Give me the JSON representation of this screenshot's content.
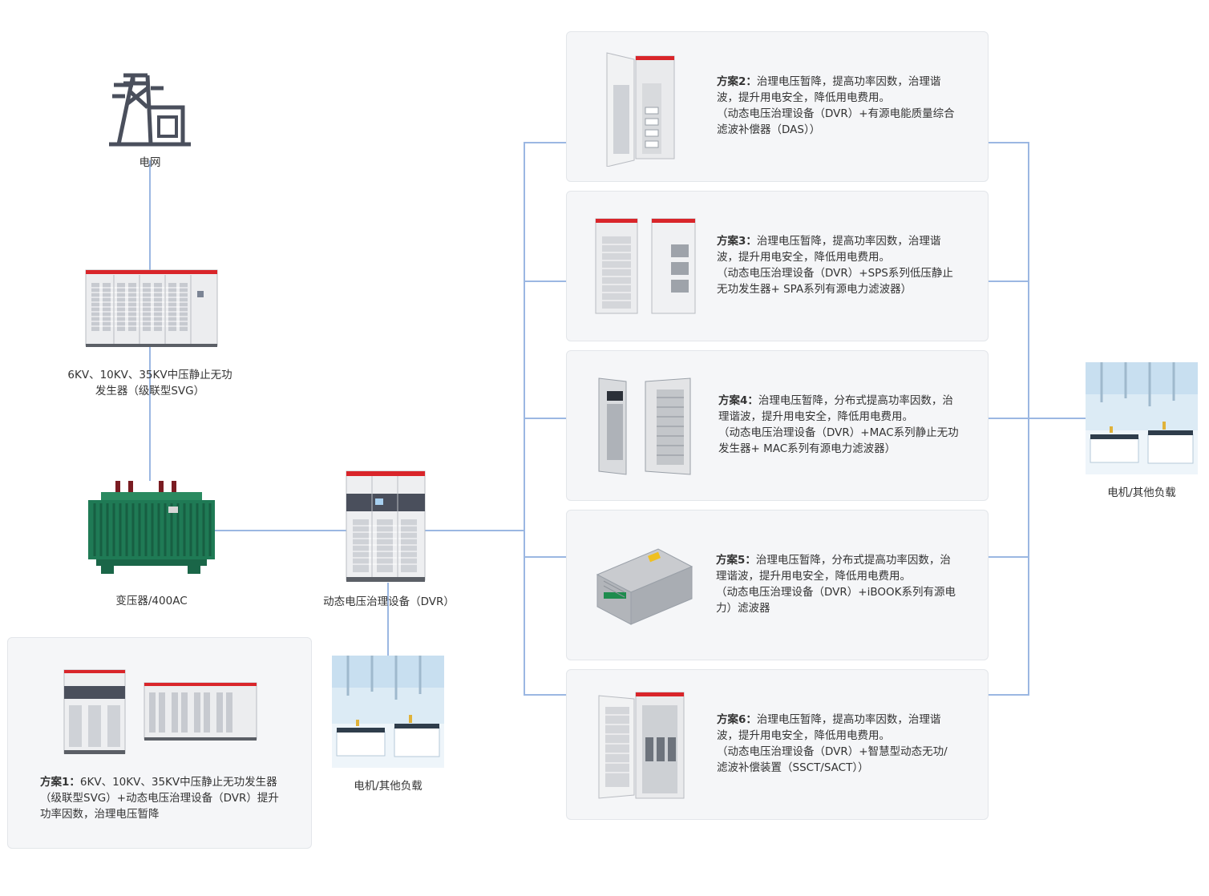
{
  "colors": {
    "connector": "#9bb7e2",
    "card_bg": "#f5f6f8",
    "accent_red": "#d9252a",
    "transformer_green": "#1f7a55"
  },
  "nodes": {
    "grid": {
      "label": "电网",
      "icon": "power-tower-icon"
    },
    "svg_device": {
      "label": "6KV、10KV、35KV中压静止无功发生器（级联型SVG）"
    },
    "transformer": {
      "label": "变压器/400AC"
    },
    "dvr": {
      "label": "动态电压治理设备（DVR）"
    },
    "load_center": {
      "label": "电机/其他负载"
    },
    "load_right": {
      "label": "电机/其他负载"
    }
  },
  "scheme1": {
    "title": "方案1：",
    "text": "6KV、10KV、35KV中压静止无功发生器（级联型SVG）+动态电压治理设备（DVR）提升功率因数，治理电压暂降"
  },
  "schemes": [
    {
      "title": "方案2：",
      "desc": "治理电压暂降，提高功率因数，治理谐波，提升用电安全，降低用电费用。",
      "detail": "（动态电压治理设备（DVR）+有源电能质量综合滤波补偿器（DAS））"
    },
    {
      "title": "方案3：",
      "desc": "治理电压暂降，提高功率因数，治理谐波，提升用电安全，降低用电费用。",
      "detail": "（动态电压治理设备（DVR）+SPS系列低压静止无功发生器+ SPA系列有源电力滤波器）"
    },
    {
      "title": "方案4：",
      "desc": "治理电压暂降，分布式提高功率因数，治理谐波，提升用电安全，降低用电费用。",
      "detail": "（动态电压治理设备（DVR）+MAC系列静止无功发生器+ MAC系列有源电力滤波器）"
    },
    {
      "title": "方案5：",
      "desc": "治理电压暂降，分布式提高功率因数，治理谐波，提升用电安全，降低用电费用。",
      "detail": "（动态电压治理设备（DVR）+iBOOK系列有源电力）滤波器"
    },
    {
      "title": "方案6：",
      "desc": "治理电压暂降，提高功率因数，治理谐波，提升用电安全，降低用电费用。",
      "detail": "（动态电压治理设备（DVR）+智慧型动态无功/滤波补偿装置（SSCT/SACT））"
    }
  ]
}
